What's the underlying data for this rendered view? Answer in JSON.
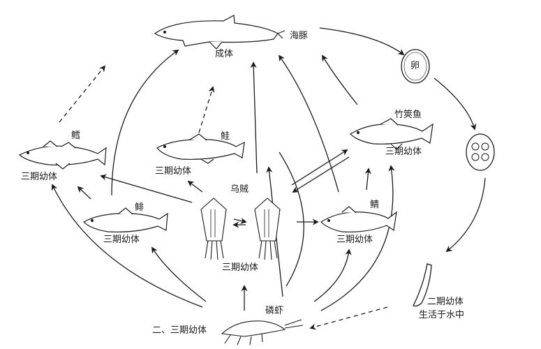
{
  "labels": {
    "dolphin": "海豚",
    "adult": "成体",
    "egg": "卵",
    "bonito": "竹筴鱼",
    "bonito_stage": "三期幼体",
    "cod": "鳕",
    "cod_stage": "三期幼体",
    "salmon": "鲑",
    "salmon_stage": "三期幼体",
    "squid": "乌贼",
    "squid_stage": "三期幼体",
    "sardine": "鲱",
    "sardine_stage": "三期幼体",
    "mackerel": "鲭",
    "mackerel_stage": "三期幼体",
    "krill": "磷虾",
    "krill_stage": "二、三期幼体",
    "larva_stage2": "二期幼体",
    "larva_life": "生活于水中"
  },
  "colors": {
    "ink": "#1a1a1a",
    "background": "#ffffff"
  }
}
